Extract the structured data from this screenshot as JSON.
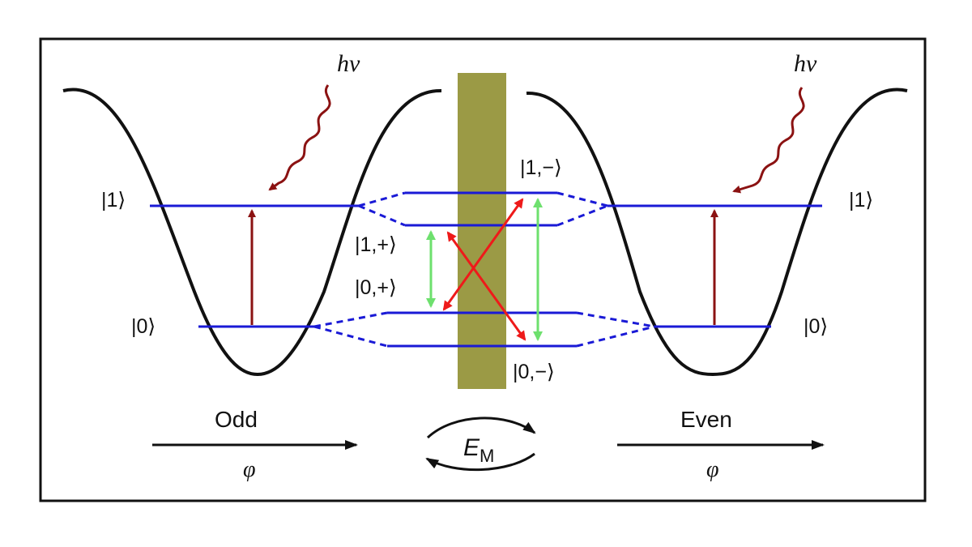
{
  "labels": {
    "photon_left": "hν",
    "photon_right": "hν",
    "ket_1_left": "|1⟩",
    "ket_0_left": "|0⟩",
    "ket_1_right": "|1⟩",
    "ket_0_right": "|0⟩",
    "ket_1_minus": "|1,−⟩",
    "ket_1_plus": "|1,+⟩",
    "ket_0_plus": "|0,+⟩",
    "ket_0_minus": "|0,−⟩",
    "odd": "Odd",
    "even": "Even",
    "phi_left": "φ",
    "phi_right": "φ",
    "em_main": "E",
    "em_sub": "M"
  },
  "colors": {
    "potential": "#111111",
    "level": "#1a1ad6",
    "photon": "#8b1212",
    "transition_green": "#6ee06e",
    "transition_red": "#ee1a1a",
    "barrier": "#9b9a45",
    "frame": "#111111"
  }
}
